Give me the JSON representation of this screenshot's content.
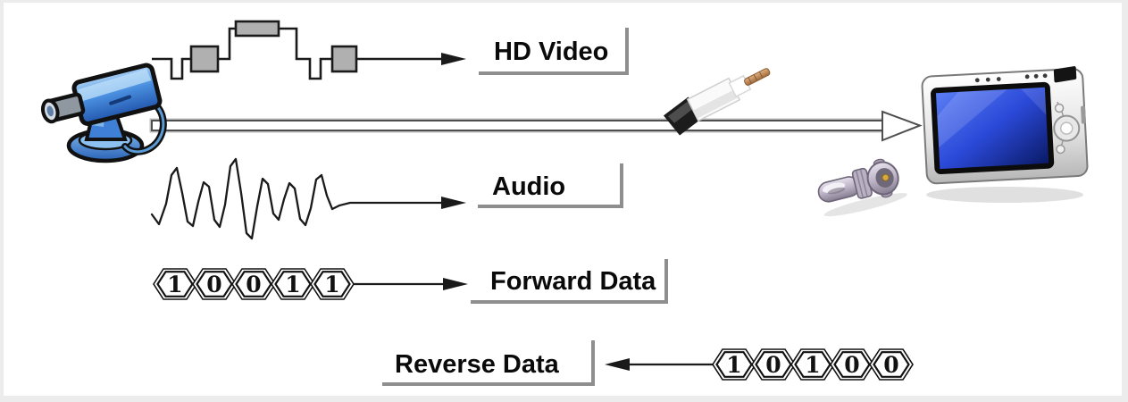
{
  "diagram": {
    "description": "Coax transmission diagram: camera sends HD Video, Audio and Forward Data over one cable to a monitor; Reverse Data returns",
    "labels": {
      "hd_video": "HD Video",
      "audio": "Audio",
      "forward_data": "Forward Data",
      "reverse_data": "Reverse Data"
    },
    "bits": {
      "forward": [
        "1",
        "0",
        "0",
        "1",
        "1"
      ],
      "reverse": [
        "1",
        "0",
        "1",
        "0",
        "0"
      ]
    },
    "icons": [
      "camera-icon",
      "hd-signal-waveform-icon",
      "audio-waveform-icon",
      "coax-cable-icon",
      "bnc-connector-icon",
      "monitor-icon",
      "long-transmission-arrow"
    ],
    "colors": {
      "camera_blue": "#4a8fe0",
      "screen_blue": "#2b49d8",
      "signal_box_gray": "#b0b0b0",
      "callout_border_gray": "#8e8e8e",
      "copper": "#c98f5f",
      "bnc_metal": "#c6bdd0",
      "frame_gray": "#ececec",
      "line_black": "#1a1a1a"
    }
  }
}
